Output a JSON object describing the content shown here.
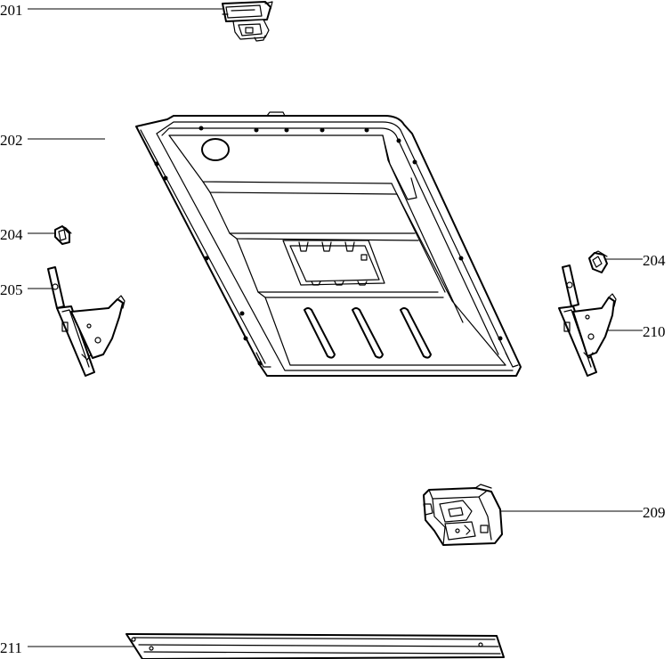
{
  "diagram": {
    "callouts": [
      {
        "id": "c201",
        "label": "201"
      },
      {
        "id": "c202",
        "label": "202"
      },
      {
        "id": "c204a",
        "label": "204"
      },
      {
        "id": "c204b",
        "label": "204"
      },
      {
        "id": "c205",
        "label": "205"
      },
      {
        "id": "c210",
        "label": "210"
      },
      {
        "id": "c209",
        "label": "209"
      },
      {
        "id": "c211",
        "label": "211"
      }
    ]
  }
}
